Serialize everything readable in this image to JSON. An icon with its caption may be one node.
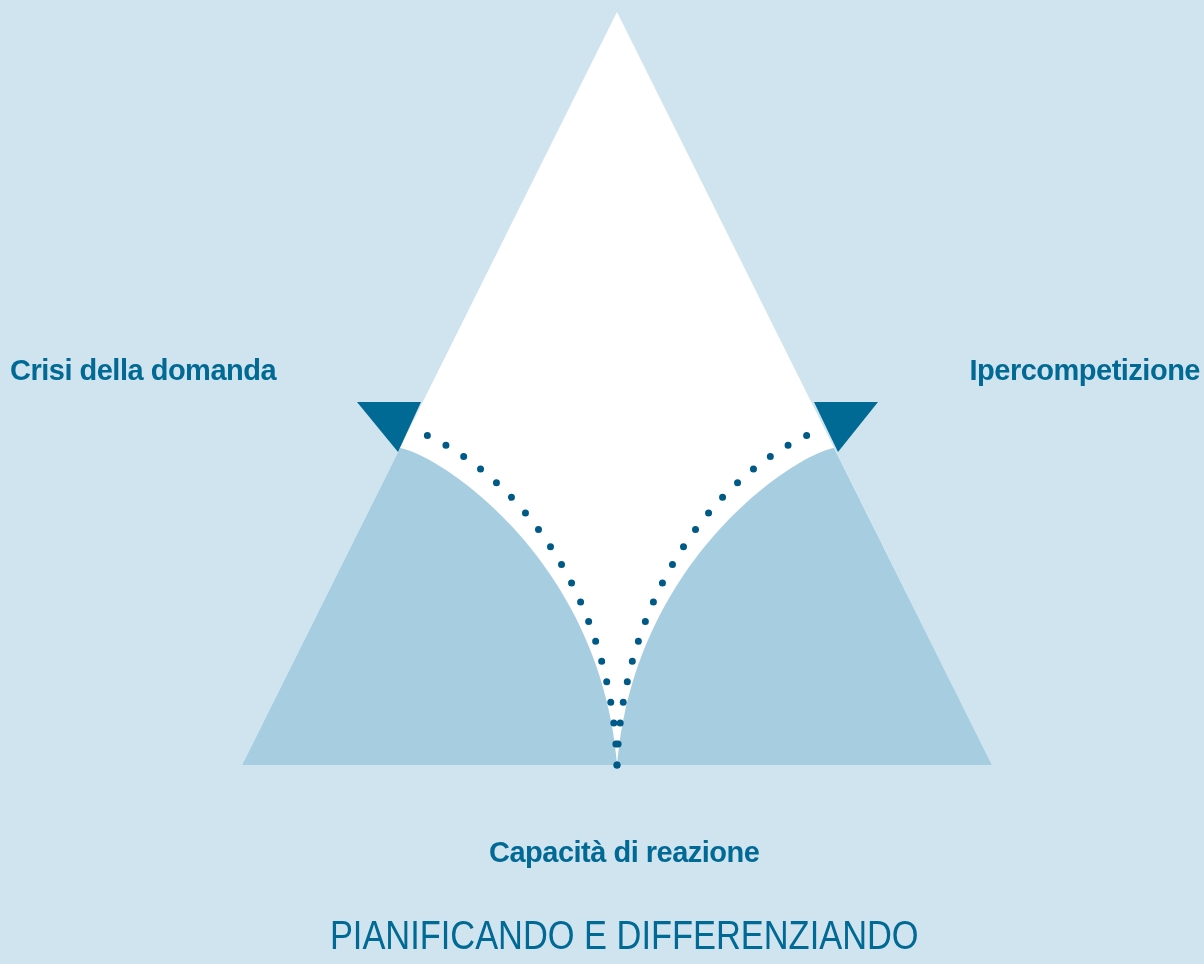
{
  "diagram": {
    "caption": "PIANIFICANDO E DIFFERENZIANDO",
    "labels": [
      "Crisi della domanda",
      "Ipercompetizione",
      "Capacità di reazione"
    ]
  }
}
